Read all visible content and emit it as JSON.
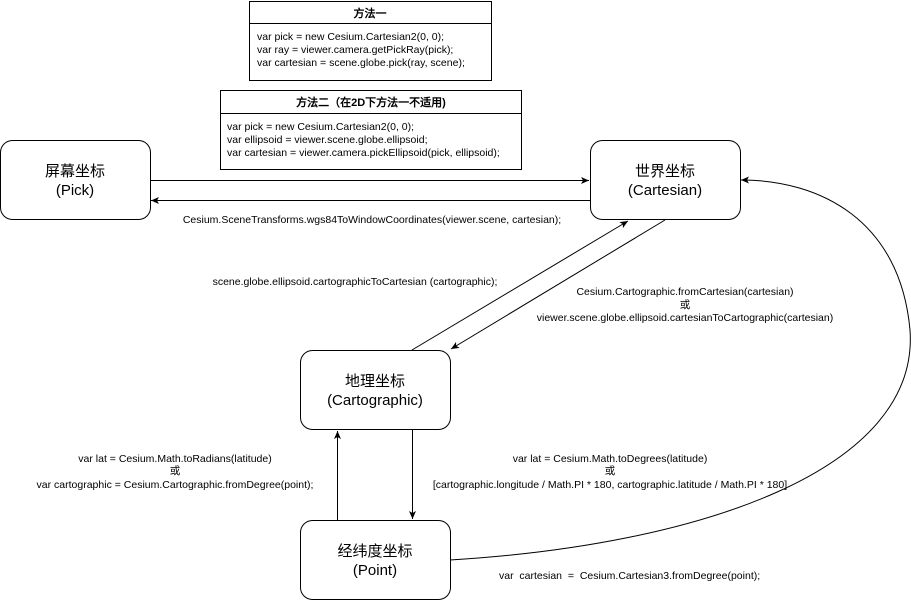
{
  "nodes": {
    "screen": {
      "title": "屏幕坐标",
      "subtitle": "(Pick)"
    },
    "world": {
      "title": "世界坐标",
      "subtitle": "(Cartesian)"
    },
    "carto": {
      "title": "地理坐标",
      "subtitle": "(Cartographic)"
    },
    "point": {
      "title": "经纬度坐标",
      "subtitle": "(Point)"
    }
  },
  "method1": {
    "title": "方法一",
    "lines": [
      "var pick = new Cesium.Cartesian2(0, 0);",
      "var ray = viewer.camera.getPickRay(pick);",
      "var cartesian = scene.globe.pick(ray, scene);"
    ]
  },
  "method2": {
    "title": "方法二（在2D下方法一不适用)",
    "lines": [
      "var pick = new Cesium.Cartesian2(0, 0);",
      "var ellipsoid = viewer.scene.globe.ellipsoid;",
      "var cartesian = viewer.camera.pickEllipsoid(pick, ellipsoid);"
    ]
  },
  "edges": {
    "world_to_screen": "Cesium.SceneTransforms.wgs84ToWindowCoordinates(viewer.scene, cartesian);",
    "carto_to_world": "scene.globe.ellipsoid.cartographicToCartesian (cartographic);",
    "world_to_carto": [
      "Cesium.Cartographic.fromCartesian(cartesian)",
      "或",
      "viewer.scene.globe.ellipsoid.cartesianToCartographic(cartesian)"
    ],
    "point_to_carto": [
      "var lat = Cesium.Math.toRadians(latitude)",
      "或",
      "var cartographic = Cesium.Cartographic.fromDegree(point);"
    ],
    "carto_to_point": [
      "var lat = Cesium.Math.toDegrees(latitude)",
      "或",
      "[cartographic.longitude / Math.PI * 180, cartographic.latitude / Math.PI * 180]"
    ],
    "point_to_world": "var  cartesian  =  Cesium.Cartesian3.fromDegree(point);"
  }
}
